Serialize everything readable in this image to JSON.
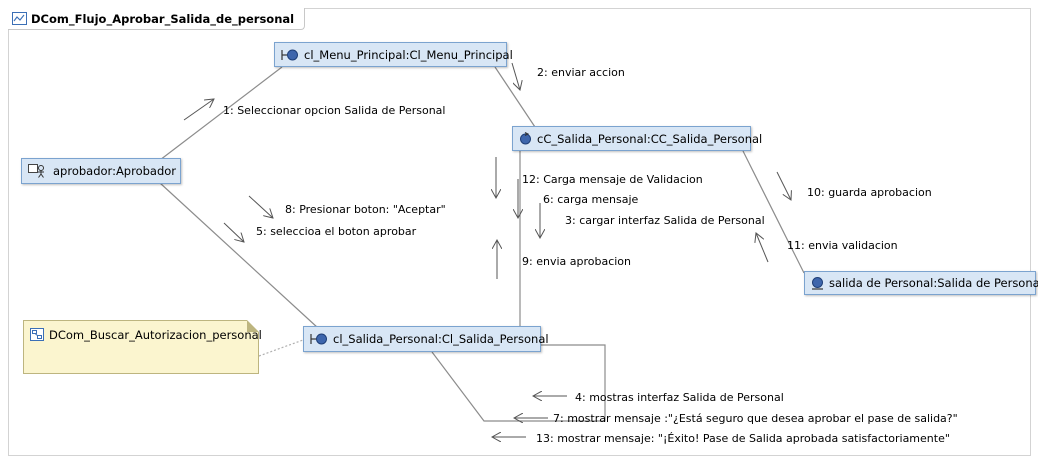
{
  "diagram": {
    "title": "DCom_Flujo_Aprobar_Salida_de_personal",
    "nodes": {
      "menu_principal": {
        "label": "cl_Menu_Principal:Cl_Menu_Principal",
        "icon": "boundary-icon"
      },
      "cc_salida": {
        "label": "cC_Salida_Personal:CC_Salida_Personal",
        "icon": "control-icon"
      },
      "aprobador": {
        "label": "aprobador:Aprobador",
        "icon": "actor-icon"
      },
      "salida_entity": {
        "label": "salida de Personal:Salida de Personal",
        "icon": "entity-icon"
      },
      "cl_salida": {
        "label": "cl_Salida_Personal:Cl_Salida_Personal",
        "icon": "boundary-icon"
      }
    },
    "note": {
      "label": "DCom_Buscar_Autorizacion_personal",
      "icon": "diagram-link-icon"
    },
    "messages": [
      "1: Seleccionar opcion Salida de Personal",
      "2: enviar accion",
      "3: cargar interfaz Salida de Personal",
      "4: mostras interfaz Salida de Personal",
      "5: seleccioa el boton aprobar",
      "6: carga mensaje",
      "7: mostrar mensaje :\"¿Está seguro que desea aprobar el pase de salida?\"",
      "8: Presionar boton: \"Aceptar\"",
      "9: envia aprobacion",
      "10: guarda aprobacion",
      "11: envia validacion",
      "12: Carga mensaje de Validacion",
      "13: mostrar mensaje: \"¡Éxito! Pase de Salida aprobada satisfactoriamente\""
    ]
  }
}
